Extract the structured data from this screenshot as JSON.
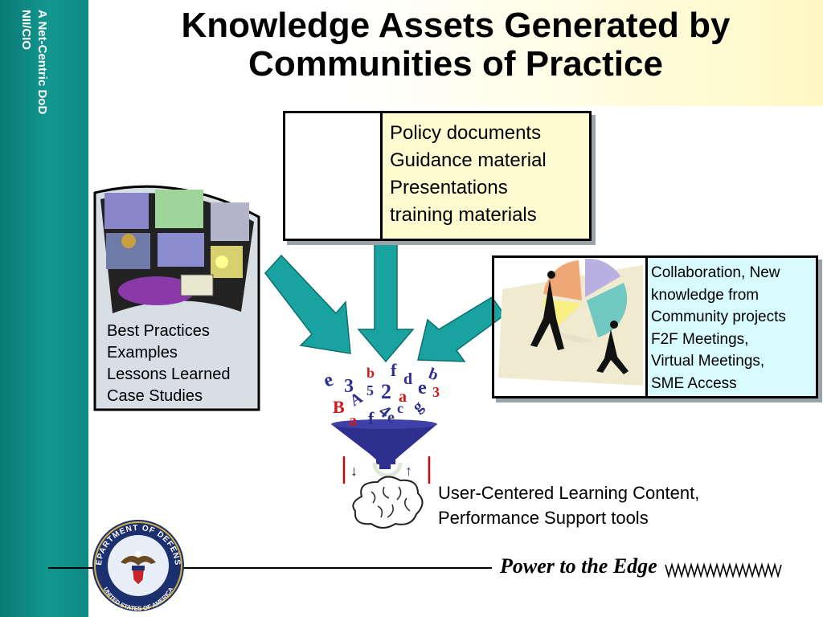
{
  "sidebar": {
    "text": "A Net-Centric DoD\nNII/CIO"
  },
  "title": {
    "line1": "Knowledge Assets Generated by",
    "line2": "Communities of Practice"
  },
  "top_box": {
    "lines": [
      "Policy documents",
      "Guidance material",
      "Presentations",
      "training materials"
    ]
  },
  "left_box": {
    "lines": [
      "Best Practices",
      "Examples",
      "Lessons Learned",
      "Case Studies"
    ]
  },
  "right_box": {
    "lines": [
      "Collaboration, New",
      "knowledge from",
      "Community projects",
      "F2F Meetings,",
      "Virtual Meetings,",
      "SME Access"
    ]
  },
  "funnel": {
    "letters": [
      "e",
      "3",
      "b",
      "f",
      "d",
      "e",
      "b",
      "B",
      "A",
      "5",
      "2",
      "a",
      "3",
      "a",
      "f",
      "e",
      "c",
      "4",
      "g"
    ]
  },
  "output": {
    "lines": [
      "User-Centered Learning Content,",
      "Performance Support tools"
    ]
  },
  "seal": {
    "top_text": "DEPARTMENT OF DEFENSE",
    "bottom_text": "UNITED STATES OF AMERICA"
  },
  "motto": "Power to the Edge",
  "colors": {
    "sidebar": "#129690",
    "arrow": "#19a3a0",
    "top_box_text_bg": "#fffbd0",
    "right_box_text_bg": "#d8fbff",
    "left_box_bg": "#d7dee4",
    "funnel": "#2e2f8f"
  }
}
